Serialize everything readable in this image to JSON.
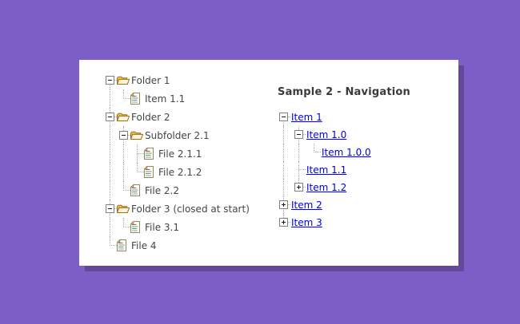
{
  "colors": {
    "background": "#7c5ec7",
    "panel_shadow": "#64489c",
    "connector_gray": "#a6a6a6",
    "tree_text": "#454545",
    "link_blue": "#0000e0",
    "heading_text": "#3a3a3a",
    "folder_gold": "#f2c054",
    "folder_outline": "#9c7015"
  },
  "left_tree": {
    "items": [
      {
        "label": "Folder 1",
        "icon": "folder-open-icon",
        "expander": "minus",
        "cells": [
          "bd"
        ]
      },
      {
        "label": "Item 1.1",
        "icon": "document-icon",
        "expander": null,
        "cells": [
          "v",
          "l"
        ]
      },
      {
        "label": "Folder 2",
        "icon": "folder-open-icon",
        "expander": "minus",
        "cells": [
          "bud"
        ]
      },
      {
        "label": "Subfolder 2.1",
        "icon": "folder-open-icon",
        "expander": "minus",
        "cells": [
          "v",
          "bud"
        ]
      },
      {
        "label": "File 2.1.1",
        "icon": "document-icon",
        "expander": null,
        "cells": [
          "v",
          "v",
          "t"
        ]
      },
      {
        "label": "File 2.1.2",
        "icon": "document-icon",
        "expander": null,
        "cells": [
          "v",
          "v",
          "l"
        ]
      },
      {
        "label": "File 2.2",
        "icon": "document-icon",
        "expander": null,
        "cells": [
          "v",
          "l"
        ]
      },
      {
        "label": "Folder 3 (closed at start)",
        "icon": "folder-open-icon",
        "expander": "minus",
        "cells": [
          "bud"
        ]
      },
      {
        "label": "File 3.1",
        "icon": "document-icon",
        "expander": null,
        "cells": [
          "v",
          "l"
        ]
      },
      {
        "label": "File 4",
        "icon": "document-icon",
        "expander": null,
        "cells": [
          "l"
        ]
      }
    ]
  },
  "right_tree": {
    "title": "Sample 2 - Navigation",
    "items": [
      {
        "label": "Item 1",
        "expander": "minus",
        "cells": [
          "bd"
        ]
      },
      {
        "label": "Item 1.0",
        "expander": "minus",
        "cells": [
          "v",
          "bud"
        ]
      },
      {
        "label": "Item 1.0.0",
        "expander": null,
        "cells": [
          "v",
          "v",
          "l"
        ]
      },
      {
        "label": "Item 1.1",
        "expander": null,
        "cells": [
          "v",
          "t"
        ]
      },
      {
        "label": "Item 1.2",
        "expander": "plus",
        "cells": [
          "v",
          "bu"
        ]
      },
      {
        "label": "Item 2",
        "expander": "plus",
        "cells": [
          "bud"
        ]
      },
      {
        "label": "Item 3",
        "expander": "plus",
        "cells": [
          "bu"
        ]
      }
    ]
  }
}
